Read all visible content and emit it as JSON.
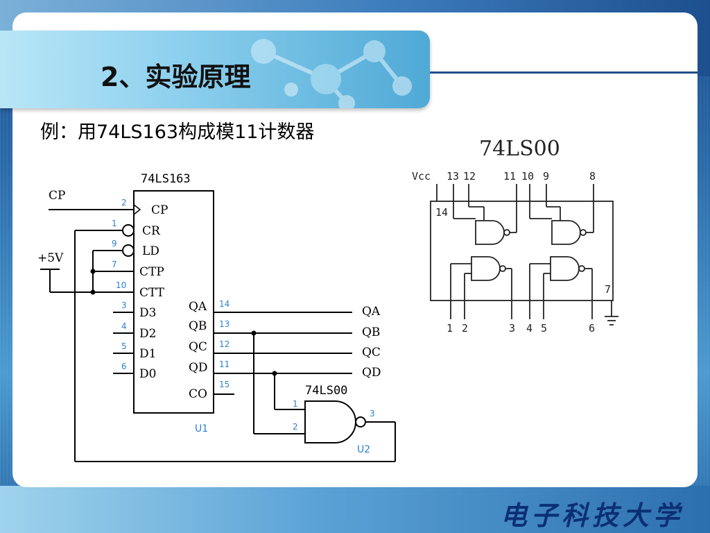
{
  "slide": {
    "title": "2、实验原理",
    "subtitle": "例：用74LS163构成模11计数器",
    "school_logo": "电子科技大学"
  },
  "schematic": {
    "chip_label": "74LS163",
    "inputs": {
      "cp": "CP",
      "vcc": "+5V"
    },
    "chip_pins_left": [
      {
        "num": "2",
        "label": "CP"
      },
      {
        "num": "1",
        "label": "CR"
      },
      {
        "num": "9",
        "label": "LD"
      },
      {
        "num": "7",
        "label": "CTP"
      },
      {
        "num": "10",
        "label": "CTT"
      },
      {
        "num": "3",
        "label": "D3"
      },
      {
        "num": "4",
        "label": "D2"
      },
      {
        "num": "5",
        "label": "D1"
      },
      {
        "num": "6",
        "label": "D0"
      }
    ],
    "chip_pins_right": [
      {
        "num": "14",
        "label": "QA",
        "out": "QA"
      },
      {
        "num": "13",
        "label": "QB",
        "out": "QB"
      },
      {
        "num": "12",
        "label": "QC",
        "out": "QC"
      },
      {
        "num": "11",
        "label": "QD",
        "out": "QD"
      },
      {
        "num": "15",
        "label": "CO",
        "out": ""
      }
    ],
    "u1": "U1",
    "gate": {
      "label": "74LS00",
      "pin1": "1",
      "pin2": "2",
      "pin3": "3",
      "ref": "U2"
    }
  },
  "pinout": {
    "title": "74LS00",
    "top_labels": [
      "Vcc",
      "13",
      "12",
      "11",
      "10",
      "9",
      "8"
    ],
    "bottom_labels": [
      "1",
      "2",
      "3",
      "4",
      "5",
      "6"
    ],
    "inner_labels": [
      "14",
      "7"
    ]
  },
  "colors": {
    "accent_blue": "#2a7fd4",
    "title_band": "#8fd1ee",
    "logo": "#0c2f74"
  }
}
